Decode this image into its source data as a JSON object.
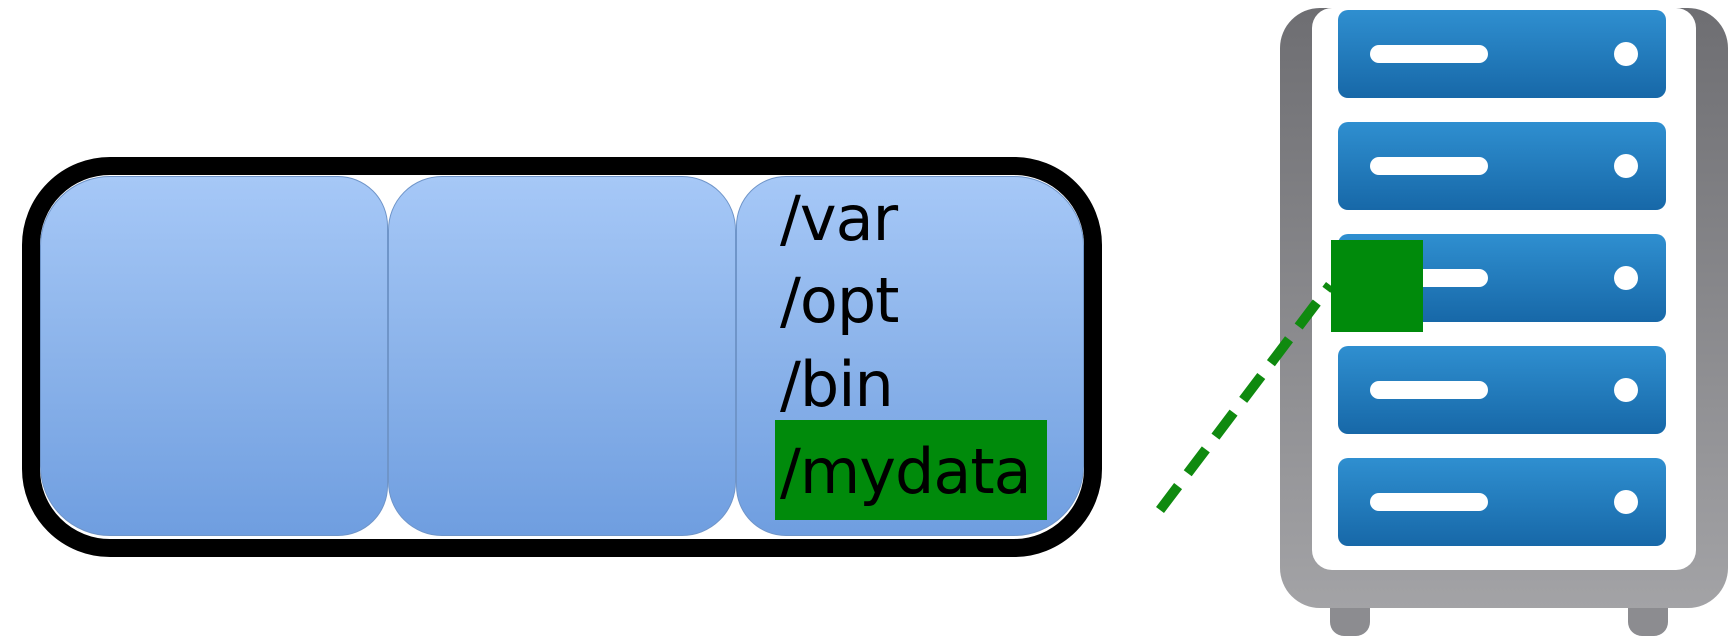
{
  "filesystem": {
    "paths": [
      "/var",
      "/opt",
      "/bin"
    ],
    "mounted_path": "/mydata"
  },
  "colors": {
    "partition_fill": "#8bb3ea",
    "highlight": "#008a0b",
    "server_blade": "#1f7bc0",
    "server_frame": "#7b7b7e",
    "border": "#000000"
  },
  "server": {
    "blade_count": 5,
    "icon": "server-rack-icon"
  }
}
